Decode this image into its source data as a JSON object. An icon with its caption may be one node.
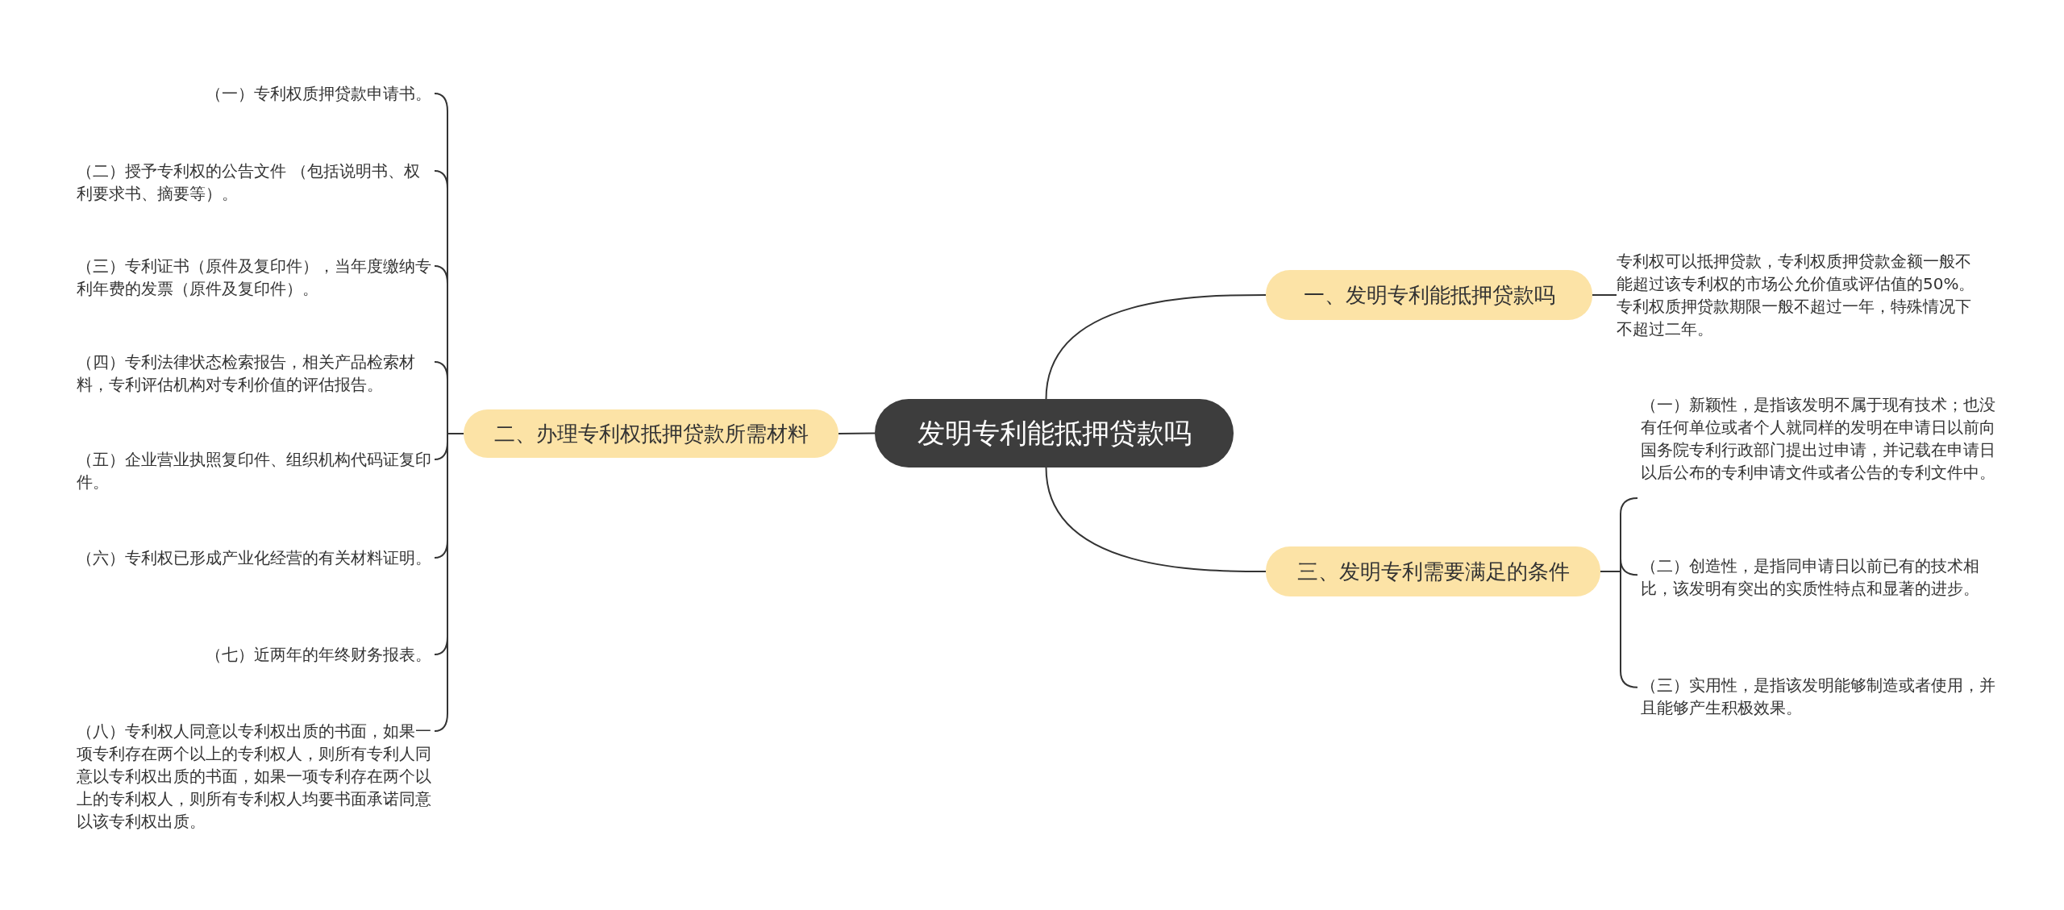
{
  "diagram": {
    "nodes": [
      {
        "text": [
          "发明专利能抵押贷款吗"
        ]
      },
      {
        "text": [
          "一、发明专利能抵押贷款吗"
        ]
      },
      {
        "text": [
          "专利权可以抵押贷款，专利权质押贷款金额一般不能超过该专利权的市场公允价值或评估值的50%。专利权质押贷款期限一般不超过一年，特殊情况下不超过二年。"
        ]
      },
      {
        "text": [
          "二、办理专利权抵押贷款所需材料"
        ]
      },
      {
        "text": [
          "（一）专利权质押贷款申请书。"
        ]
      },
      {
        "text": [
          "（二）授予专利权的公告文件 （包括说明书、权利要求书、摘要等）。"
        ]
      },
      {
        "text": [
          "（三）专利证书（原件及复印件），当年度缴纳专利年费的发票（原件及复印件）。"
        ]
      },
      {
        "text": [
          "（四）专利法律状态检索报告，相关产品检索材料，专利评估机构对专利价值的评估报告。"
        ]
      },
      {
        "text": [
          "（五）企业营业执照复印件、组织机构代码证复印件。"
        ]
      },
      {
        "text": [
          "（六）专利权已形成产业化经营的有关材料证明。"
        ]
      },
      {
        "text": [
          "（七）近两年的年终财务报表。"
        ]
      },
      {
        "text": [
          "（八）专利权人同意以专利权出质的书面，如果一项专利存在两个以上的专利权人，则所有专利人同意以专利权出质的书面，如果一项专利存在两个以上的专利权人，则所有专利权人均要书面承诺同意以该专利权出质。"
        ]
      },
      {
        "text": [
          "三、发明专利需要满足的条件"
        ]
      },
      {
        "text": [
          "（一）新颖性，是指该发明不属于现有技术；也没有任何单位或者个人就同样的发明在申请日以前向国务院专利行政部门提出过申请，并记载在申请日以后公布的专利申请文件或者公告的专利文件中。"
        ]
      },
      {
        "text": [
          "（二）创造性，是指同申请日以前已有的技术相比，该发明有突出的实质性特点和显著的进步。"
        ]
      },
      {
        "text": [
          "（三）实用性，是指该发明能够制造或者使用，并且能够产生积极效果。"
        ]
      }
    ],
    "edges": [
      {
        "from": 0,
        "to": 1,
        "arrow": "none"
      },
      {
        "from": 1,
        "to": 2,
        "arrow": "none"
      },
      {
        "from": 0,
        "to": 3,
        "arrow": "none"
      },
      {
        "from": 3,
        "to": 4,
        "arrow": "none"
      },
      {
        "from": 3,
        "to": 5,
        "arrow": "none"
      },
      {
        "from": 3,
        "to": 6,
        "arrow": "none"
      },
      {
        "from": 3,
        "to": 7,
        "arrow": "none"
      },
      {
        "from": 3,
        "to": 8,
        "arrow": "none"
      },
      {
        "from": 3,
        "to": 9,
        "arrow": "none"
      },
      {
        "from": 3,
        "to": 10,
        "arrow": "none"
      },
      {
        "from": 3,
        "to": 11,
        "arrow": "none"
      },
      {
        "from": 0,
        "to": 12,
        "arrow": "none"
      },
      {
        "from": 12,
        "to": 13,
        "arrow": "none"
      },
      {
        "from": 12,
        "to": 14,
        "arrow": "none"
      },
      {
        "from": 12,
        "to": 15,
        "arrow": "none"
      }
    ]
  }
}
